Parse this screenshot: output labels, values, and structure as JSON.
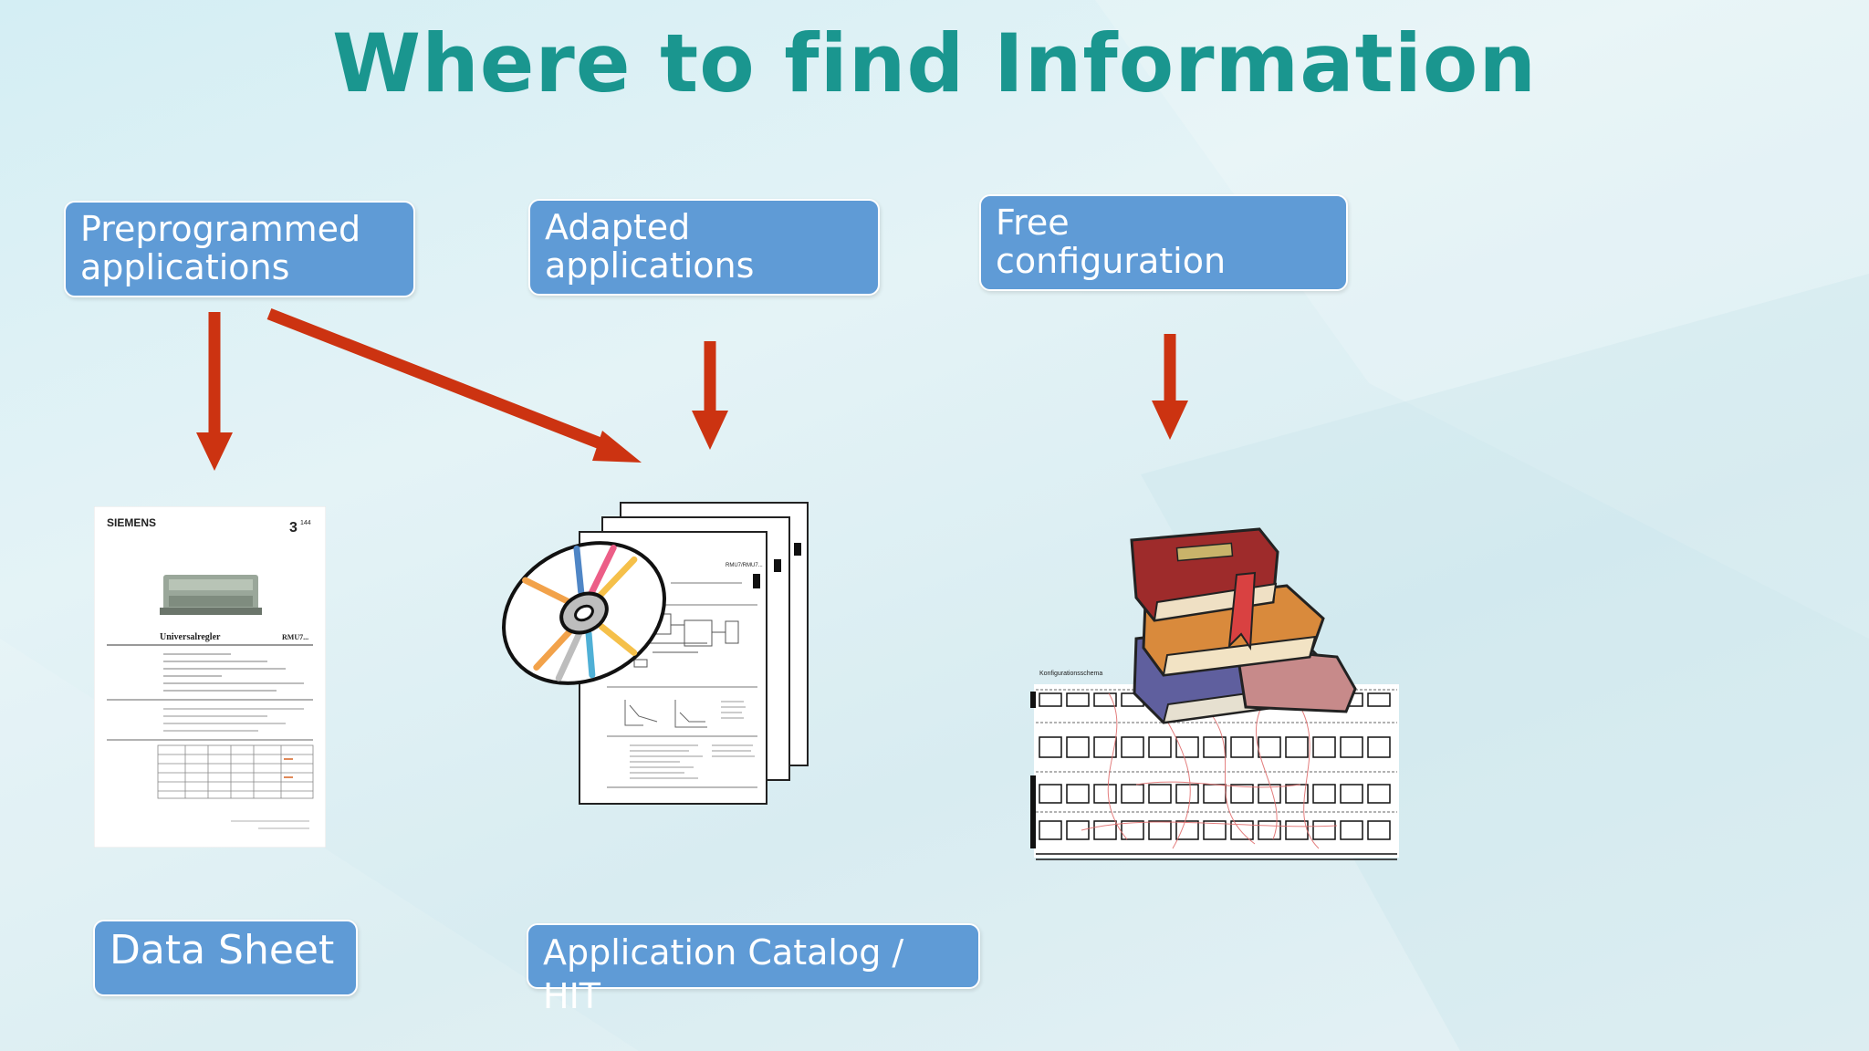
{
  "slide": {
    "title": "Where to find Information"
  },
  "categories": [
    {
      "line1": "Preprogrammed",
      "line2": "applications"
    },
    {
      "line1": "Adapted",
      "line2": "applications"
    },
    {
      "line1": "Free",
      "line2": "configuration"
    }
  ],
  "labels": {
    "datasheet": "Data Sheet",
    "catalog": "Application Catalog / HIT"
  },
  "datasheet_doc": {
    "brand": "SIEMENS",
    "number": "3",
    "number_sup": "144",
    "heading": "Universalregler",
    "code": "RMU7..."
  },
  "catalog_doc": {
    "code": "RMU7/RMU7..."
  },
  "config_doc": {
    "title": "Konfigurationsschema"
  },
  "colors": {
    "title": "#1a968f",
    "box": "#5f9bd6",
    "arrow": "#cc3311"
  },
  "icons": [
    "datasheet-thumbnail",
    "cd-disc-icon",
    "document-stack-icon",
    "books-icon",
    "wiring-diagram-thumbnail"
  ]
}
